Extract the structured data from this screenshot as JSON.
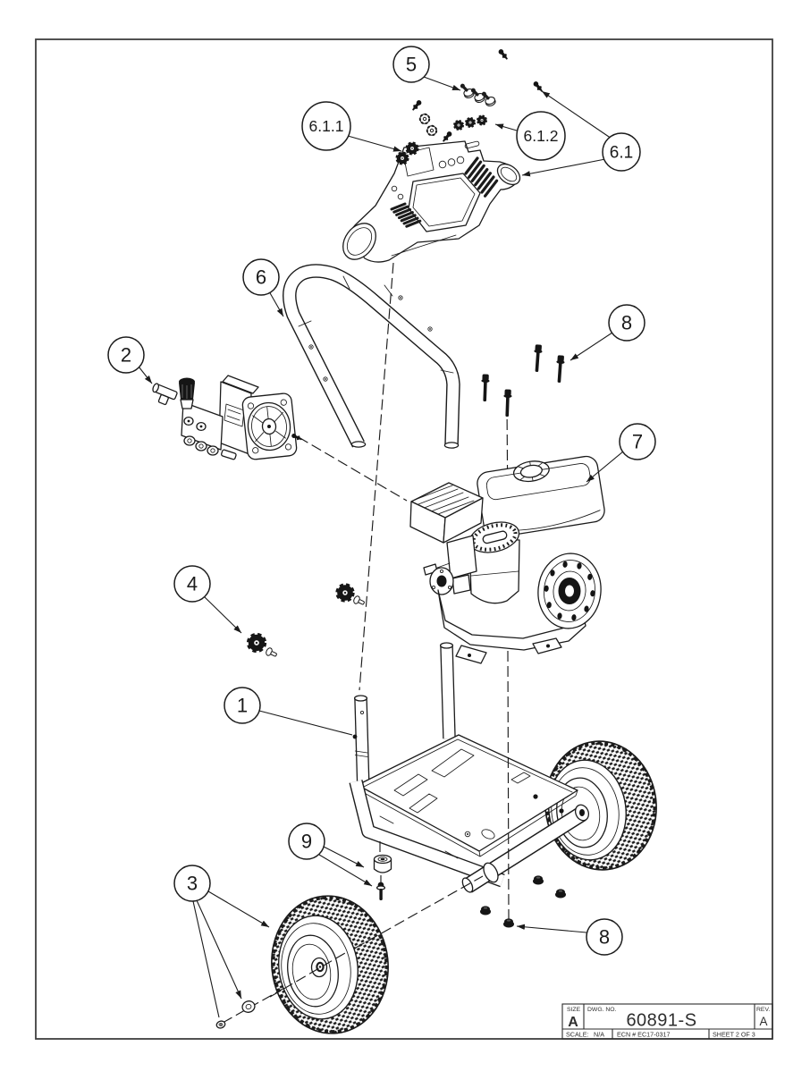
{
  "page": {
    "background": "#ffffff",
    "border_color": "#3f3f3f",
    "line_color": "#1b1b1b"
  },
  "balloons": [
    {
      "label": "5"
    },
    {
      "label": "6.1.1"
    },
    {
      "label": "6.1.2"
    },
    {
      "label": "6.1"
    },
    {
      "label": "6"
    },
    {
      "label": "2"
    },
    {
      "label": "8"
    },
    {
      "label": "7"
    },
    {
      "label": "4"
    },
    {
      "label": "1"
    },
    {
      "label": "9"
    },
    {
      "label": "3"
    },
    {
      "label": "8"
    }
  ],
  "title_block": {
    "size_label": "SIZE",
    "size_value": "A",
    "dwg_label": "DWG.  NO.",
    "dwg_value": "60891-S",
    "rev_label": "REV.",
    "rev_value": "A",
    "scale_label": "SCALE:",
    "scale_value": "N/A",
    "ecn_value": "ECN # EC17-0317",
    "sheet_value": "SHEET 2 OF 3"
  }
}
